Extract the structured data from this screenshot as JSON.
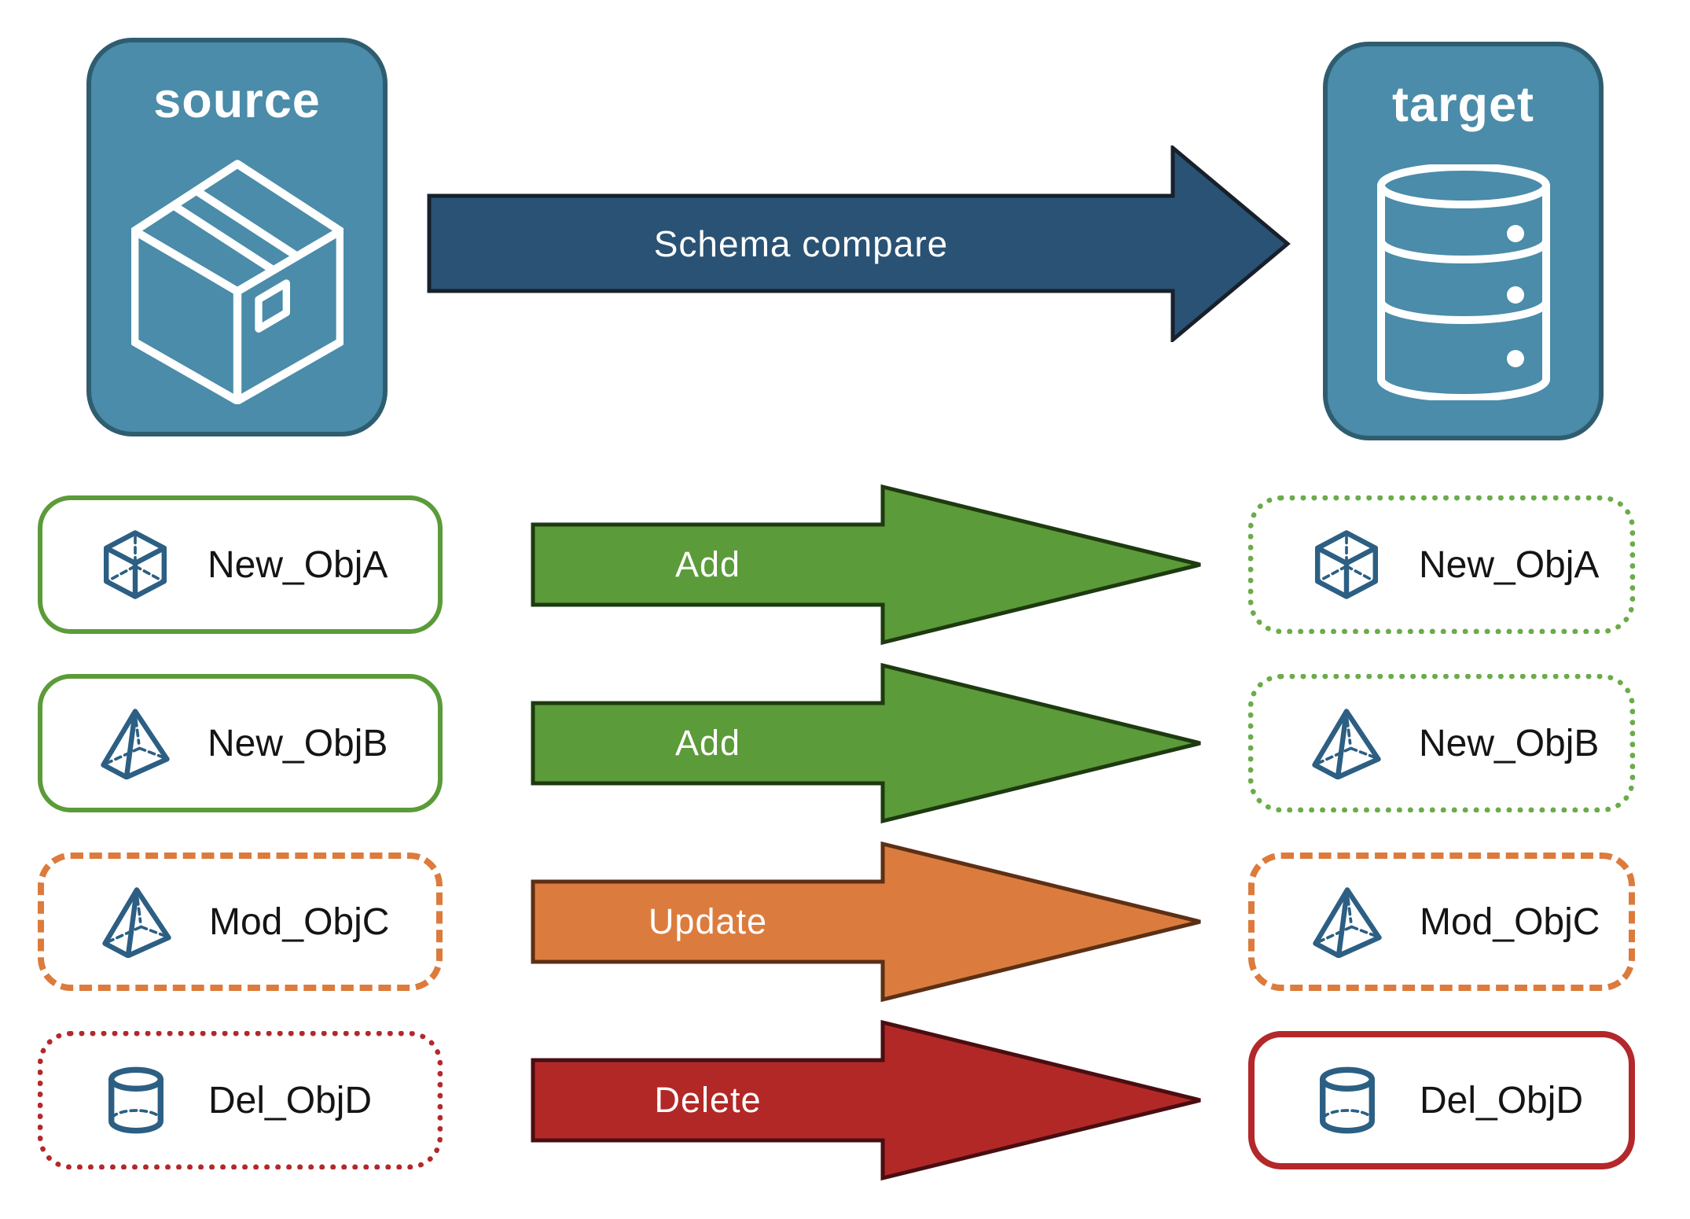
{
  "source": {
    "label": "source"
  },
  "target": {
    "label": "target"
  },
  "compare_arrow": {
    "label": "Schema compare"
  },
  "rows": [
    {
      "name": "New_ObjA",
      "icon": "cube-icon",
      "action": "Add",
      "left_border": "green-solid",
      "right_border": "green-dotted"
    },
    {
      "name": "New_ObjB",
      "icon": "pyramid-icon",
      "action": "Add",
      "left_border": "green-solid",
      "right_border": "green-dotted"
    },
    {
      "name": "Mod_ObjC",
      "icon": "pyramid-icon",
      "action": "Update",
      "left_border": "orange-dashed",
      "right_border": "orange-dashed"
    },
    {
      "name": "Del_ObjD",
      "icon": "cylinder-icon",
      "action": "Delete",
      "left_border": "red-dotted",
      "right_border": "red-solid"
    }
  ],
  "colors": {
    "node_fill": "#4A8CA9",
    "node_border": "#2F5D70",
    "compare_arrow_fill": "#2A5274",
    "compare_arrow_border": "#17202B",
    "add_green": "#5B9B39",
    "add_green_border": "#1E3A10",
    "update_orange": "#DB7C3E",
    "update_orange_border": "#5C3015",
    "delete_red": "#B22826",
    "delete_red_border": "#490E12",
    "object_icon_blue": "#2C5F83",
    "object_label_text": "#141414"
  }
}
